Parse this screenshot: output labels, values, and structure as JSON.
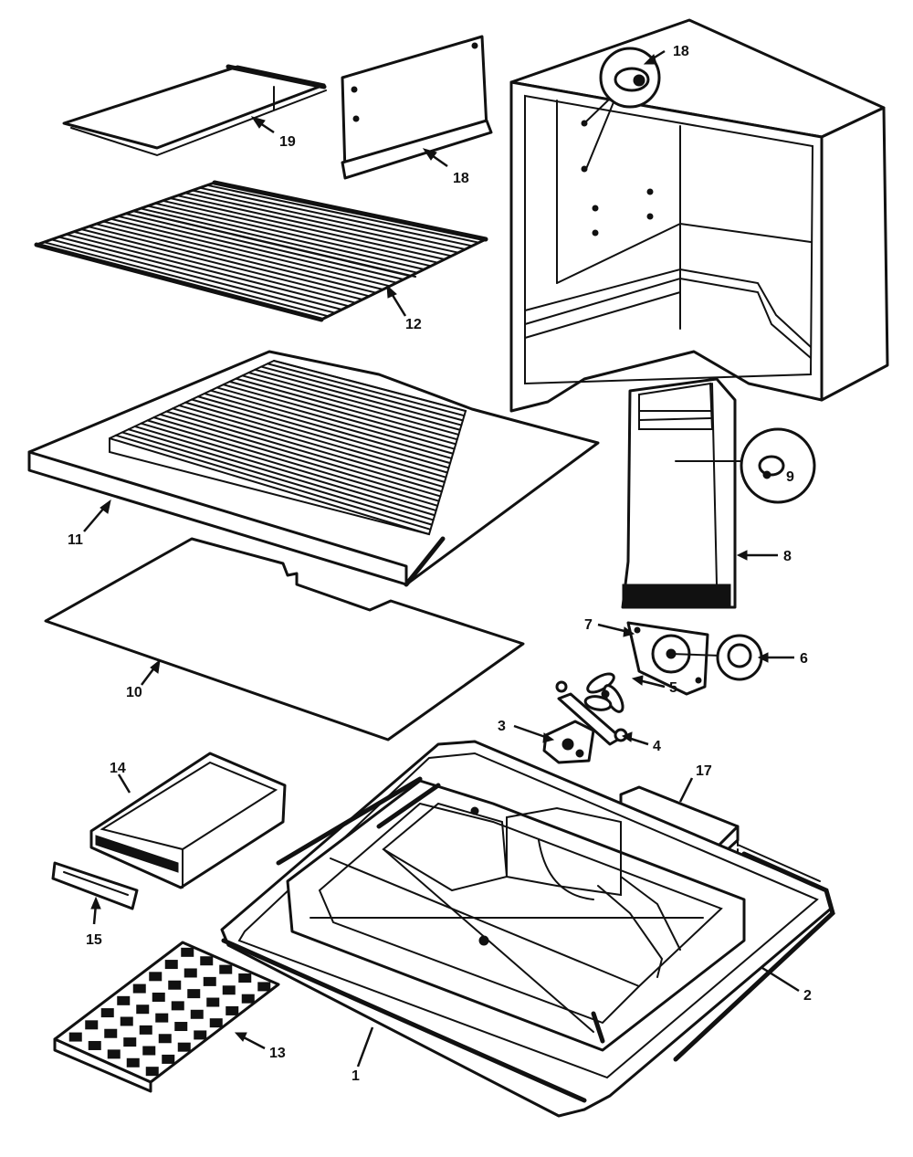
{
  "callouts": {
    "c1": "1",
    "c2": "2",
    "c3": "3",
    "c4": "4",
    "c5": "5",
    "c6": "6",
    "c7": "7",
    "c8": "8",
    "c9": "9",
    "c10": "10",
    "c11": "11",
    "c12": "12",
    "c13": "13",
    "c14": "14",
    "c15": "15",
    "c17": "17",
    "c18a": "18",
    "c18b": "18",
    "c19": "19"
  },
  "colors": {
    "ink": "#111111",
    "paper": "#ffffff"
  }
}
